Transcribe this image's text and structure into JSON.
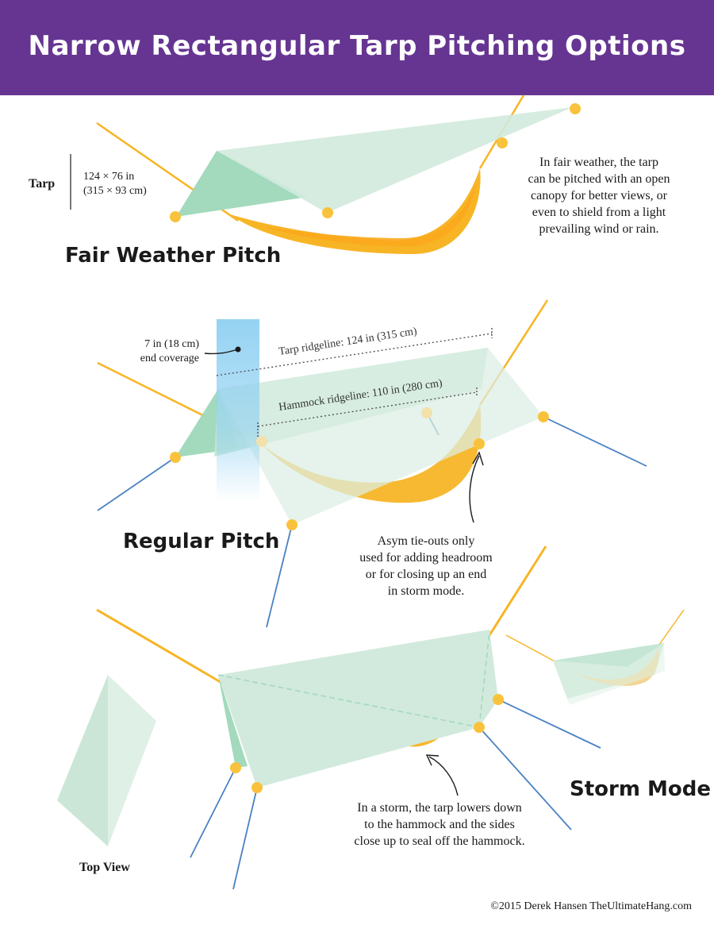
{
  "header": {
    "title": "Narrow Rectangular Tarp Pitching Options"
  },
  "tarp_spec": {
    "label": "Tarp",
    "size_in": "124 × 76 in",
    "size_cm": "(315 × 93 cm)"
  },
  "fair_weather": {
    "title": "Fair Weather Pitch",
    "description": [
      "In fair weather, the tarp",
      "can be pitched with an open",
      "canopy for better views, or",
      "even to shield from a light",
      "prevailing wind or rain."
    ]
  },
  "regular": {
    "title": "Regular Pitch",
    "end_coverage": [
      "7 in (18 cm)",
      "end coverage"
    ],
    "tarp_ridgeline": "Tarp ridgeline: 124 in (315 cm)",
    "hammock_ridgeline": "Hammock ridgeline: 110 in (280 cm)",
    "asym_note": [
      "Asym tie-outs only",
      "used for adding headroom",
      "or for closing up an end",
      "in storm mode."
    ]
  },
  "storm": {
    "title": "Storm Mode",
    "top_view_label": "Top View",
    "note": [
      "In a storm, the tarp lowers down",
      "to the hammock and the sides",
      "close up to seal off the hammock."
    ]
  },
  "footer": {
    "credit": "©2015 Derek Hansen  TheUltimateHang.com"
  },
  "colors": {
    "banner": "#663592",
    "tarp_light": "#d2eadd",
    "tarp_dark": "#a3d9bd",
    "hammock": "#f7b526",
    "tie_out_dot": "#f9c23c",
    "guyline": "#4a82c3",
    "end_coverage": "#8fd0f2"
  }
}
